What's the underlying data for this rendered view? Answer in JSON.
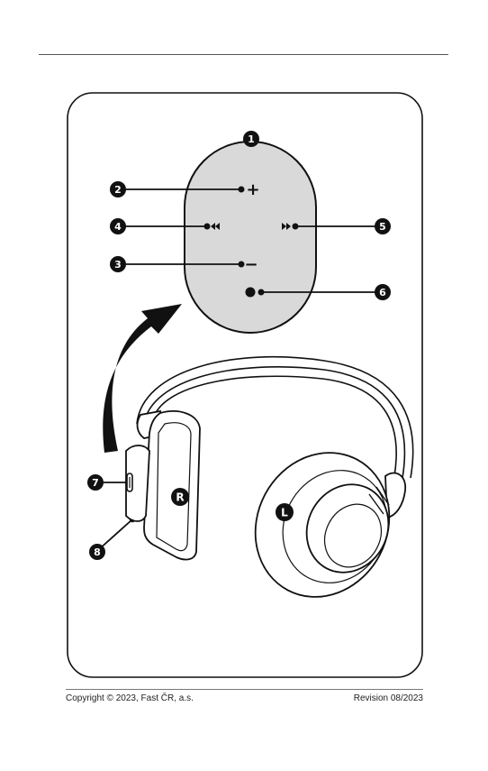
{
  "callouts": [
    {
      "id": "1",
      "label": "1"
    },
    {
      "id": "2",
      "label": "2"
    },
    {
      "id": "3",
      "label": "3"
    },
    {
      "id": "4",
      "label": "4"
    },
    {
      "id": "5",
      "label": "5"
    },
    {
      "id": "6",
      "label": "6"
    },
    {
      "id": "7",
      "label": "7"
    },
    {
      "id": "8",
      "label": "8"
    }
  ],
  "controls": {
    "volume_up": "+",
    "volume_down": "−"
  },
  "earcups": {
    "right": "R",
    "left": "L"
  },
  "icons": {
    "previous": "previous-track-icon",
    "next": "next-track-icon",
    "led": "led-indicator-icon"
  },
  "colors": {
    "panel_fill": "#d9d9d9",
    "line": "#111111"
  },
  "footer": {
    "copyright": "Copyright © 2023, Fast ČR, a.s.",
    "revision": "Revision 08/2023"
  }
}
